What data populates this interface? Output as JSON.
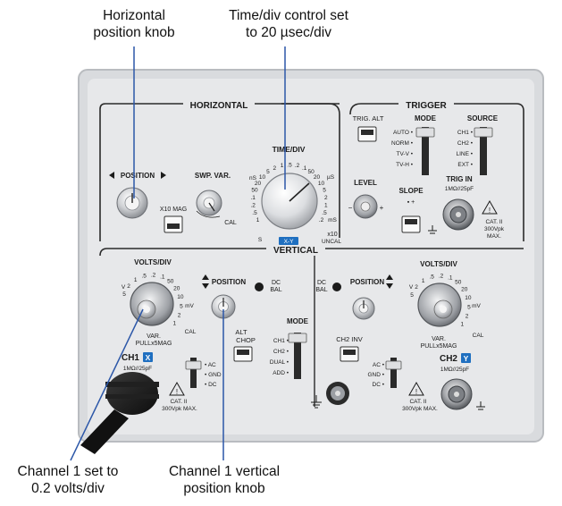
{
  "callouts": {
    "horizontal_position": "Horizontal\nposition knob",
    "time_div": "Time/div control set\nto 20 µsec/div",
    "ch1_volts": "Channel 1 set to\n0.2 volts/div",
    "ch1_position": "Channel 1 vertical\nposition knob"
  },
  "panel": {
    "horizontal": {
      "title": "HORIZONTAL",
      "position": "POSITION",
      "swp_var": "SWP. VAR.",
      "cal": "CAL",
      "x10_mag": "X10 MAG",
      "time_div": "TIME/DIV",
      "ns": "nS",
      "us": "µS",
      "ms": "mS",
      "s": "S",
      "xy": "X-Y",
      "x10": "x10",
      "uncal": "UNCAL",
      "scale": [
        "1",
        ".5",
        ".2",
        ".1",
        "50",
        "20",
        "10",
        "5",
        "2",
        "1",
        ".5",
        ".2",
        ".1",
        "50",
        "20",
        "10",
        "5",
        "2",
        "1",
        ".5",
        ".2"
      ]
    },
    "trigger": {
      "title": "TRIGGER",
      "trig_alt": "TRIG. ALT",
      "mode": "MODE",
      "source": "SOURCE",
      "mode_options": [
        "AUTO",
        "NORM",
        "TV-V",
        "TV-H"
      ],
      "source_options": [
        "CH1",
        "CH2",
        "LINE",
        "EXT"
      ],
      "level": "LEVEL",
      "slope": "SLOPE",
      "trig_in": "TRIG IN",
      "trig_in_spec": "1MΩ//25pF",
      "cat": "CAT. II",
      "cat_spec": "300Vpk",
      "max": "MAX."
    },
    "vertical": {
      "title": "VERTICAL",
      "volts_div": "VOLTS/DIV",
      "position": "POSITION",
      "dc_bal": "DC\nBAL",
      "alt": "ALT",
      "chop": "CHOP",
      "mode": "MODE",
      "mode_options": [
        "CH1",
        "CH2",
        "DUAL",
        "ADD"
      ],
      "ch2_inv": "CH2 INV",
      "var": "VAR.",
      "pull": "PULLx5MAG",
      "cal": "CAL",
      "mv": "mV",
      "v": "V",
      "ch1": "CH1",
      "ch1_badge": "X",
      "ch2": "CH2",
      "ch2_badge": "Y",
      "input_spec": "1MΩ//25pF",
      "coupling": [
        "AC",
        "GND",
        "DC"
      ],
      "cat": "CAT. II",
      "cat_spec": "300Vpk",
      "max": "MAX.",
      "volts_scale": [
        "5",
        "2",
        "1",
        ".5",
        ".2",
        ".1",
        "50",
        "20",
        "10",
        "5",
        "2",
        "1"
      ]
    }
  },
  "colors": {
    "panel": "#e6e7e9",
    "panel_edge": "#c9ccd0",
    "ink": "#1b1b1b",
    "badge": "#1f6fc0",
    "knob": "#c9cbce"
  }
}
